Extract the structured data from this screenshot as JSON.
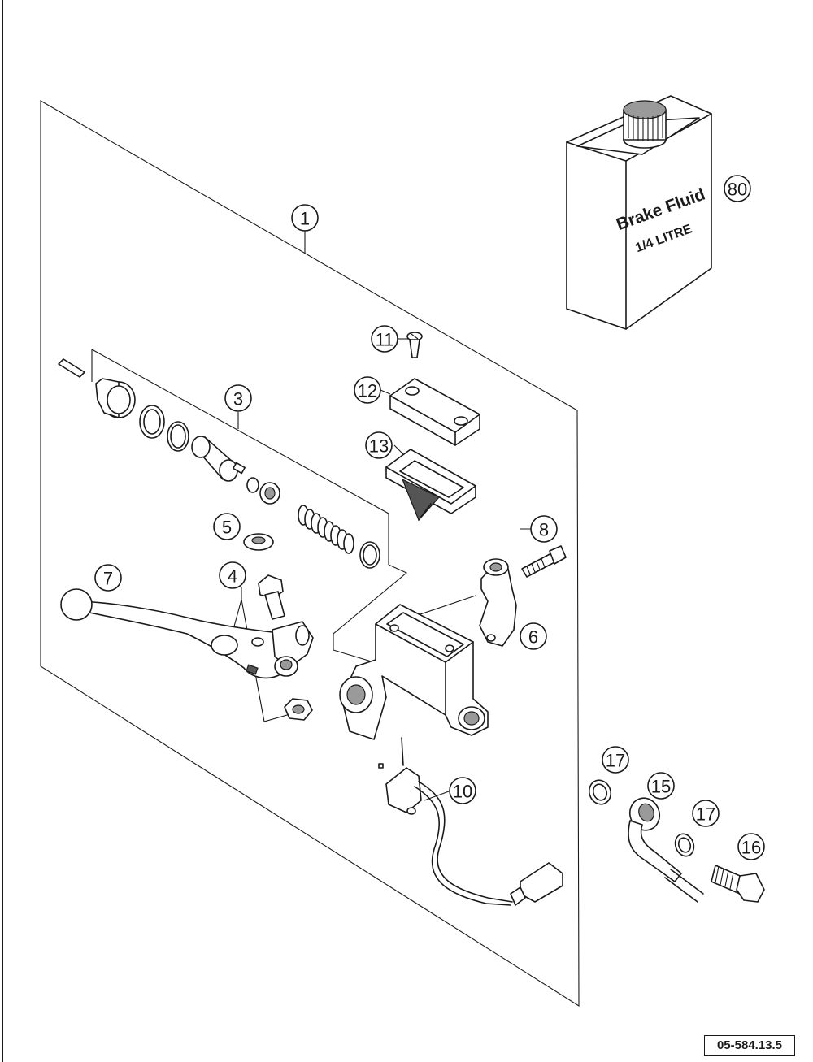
{
  "callouts": {
    "c1": "1",
    "c3": "3",
    "c4": "4",
    "c5": "5",
    "c6": "6",
    "c7": "7",
    "c8": "8",
    "c10": "10",
    "c11": "11",
    "c12": "12",
    "c13": "13",
    "c15": "15",
    "c16": "16",
    "c17a": "17",
    "c17b": "17",
    "c80": "80"
  },
  "container_label": {
    "line1": "Brake Fluid",
    "line2": "1/4 LITRE"
  },
  "reference_code": "05-584.13.5"
}
